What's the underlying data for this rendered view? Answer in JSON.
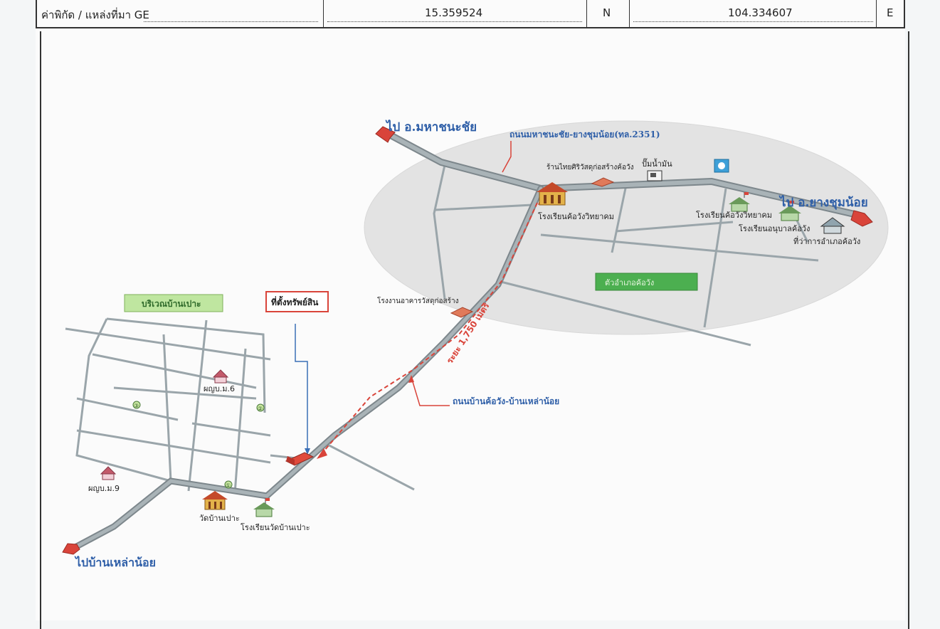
{
  "header": {
    "coord_label": "ค่าพิกัด / แหล่งที่มา  GE",
    "latitude": "15.359524",
    "lat_dir": "N",
    "longitude": "104.334607",
    "lon_dir": "E"
  },
  "map": {
    "to_mahachana": "ไป อ.มหาชนะชัย",
    "to_yangchum": "ไป อ.ยางชุมน้อย",
    "to_baolao": "ไปบ้านเหล่าน้อย",
    "highway_name": "ถนนมหาชนะชัย-ยางชุมน้อย(ทล.2351)",
    "local_road_name": "ถนนบ้านค้อวัง-บ้านเหล่าน้อย",
    "distance": "ระยะ 1,750 เมตร",
    "district_office_area": "ที่ว่าการอำเภอค้อวัง",
    "district_label": "ที่ว่าการอำเภอค้อวัง",
    "village_area": "บริเวณบ้านเปาะ",
    "property": "ที่ตั้งทรัพย์สิน",
    "places": {
      "shop": "ร้านไทยศิริวัสดุก่อสร้างค้อวัง",
      "gas": "ปั๊มน้ำมัน",
      "school1": "โรงเรียนค้อวังวิทยาคม",
      "school2": "โรงเรียนค้อวังวิทยาคม",
      "school3": "โรงเรียนอนุบาลค้อวัง",
      "factory": "โรงงานอาคารวัสดุก่อสร้าง",
      "headman6": "ผญบ.ม.6",
      "headman9": "ผญบ.ม.9",
      "temple": "วัดบ้านเปาะ",
      "village_school": "โรงเรียนวัดบ้านเปาะ"
    },
    "district_badge": "ตัวอำเภอค้อวัง",
    "markers": [
      "①",
      "②",
      "③"
    ]
  },
  "colors": {
    "road_main": "#8f9aa0",
    "road_local": "#9aa5aa",
    "arrow_red": "#d9443a",
    "label_blue": "#2f5fa8",
    "badge_green": "#4caf50"
  }
}
